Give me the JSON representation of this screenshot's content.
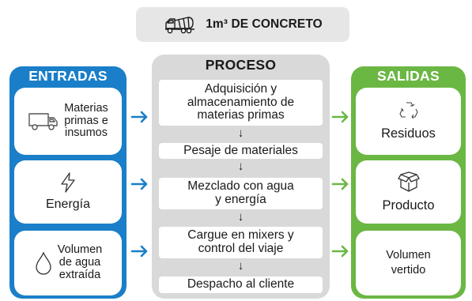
{
  "title": "1m³ DE CONCRETO",
  "inputs": {
    "header": "ENTRADAS",
    "items": [
      {
        "label_lines": [
          "Materias",
          "primas e",
          "insumos"
        ],
        "icon": "truck-icon"
      },
      {
        "label": "Energía",
        "icon": "lightning-icon"
      },
      {
        "label_lines": [
          "Volumen",
          "de agua",
          "extraída"
        ],
        "icon": "water-drop-icon"
      }
    ]
  },
  "process": {
    "header": "PROCESO",
    "steps": [
      {
        "lines": [
          "Adquisición y",
          "almacenamiento de",
          "materias primas"
        ]
      },
      {
        "lines": [
          "Pesaje de materiales"
        ]
      },
      {
        "lines": [
          "Mezclado con agua",
          "y energía"
        ]
      },
      {
        "lines": [
          "Cargue en mixers y",
          "control del viaje"
        ]
      },
      {
        "lines": [
          "Despacho al cliente"
        ]
      }
    ]
  },
  "outputs": {
    "header": "SALIDAS",
    "items": [
      {
        "label": "Residuos",
        "icon": "recycle-icon"
      },
      {
        "label": "Producto",
        "icon": "box-icon"
      },
      {
        "label_lines": [
          "Volumen",
          "vertido"
        ]
      }
    ]
  },
  "colors": {
    "inputs": "#1a7fc8",
    "outputs": "#6bb744",
    "process": "#d9d9d9",
    "title_bg": "#e6e6e6"
  }
}
